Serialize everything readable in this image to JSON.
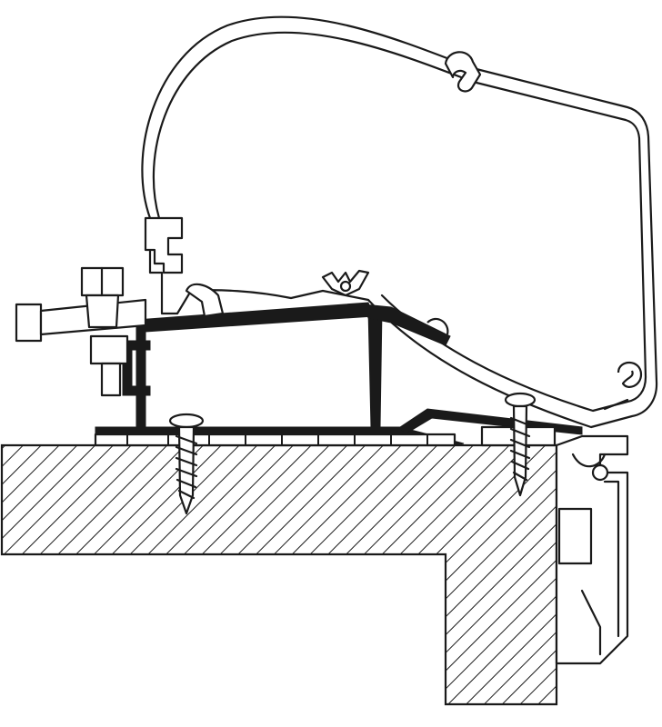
{
  "diagram": {
    "colors": {
      "line": "#1a1a1a",
      "background": "#ffffff",
      "hatch": "#1a1a1a"
    },
    "parts": [
      {
        "id": "awning-housing"
      },
      {
        "id": "adapter-rail"
      },
      {
        "id": "base-plate"
      },
      {
        "id": "clamp-bolt"
      },
      {
        "id": "mounting-screw-left"
      },
      {
        "id": "mounting-screw-right"
      },
      {
        "id": "roof-section"
      },
      {
        "id": "side-wall-profile"
      }
    ]
  }
}
